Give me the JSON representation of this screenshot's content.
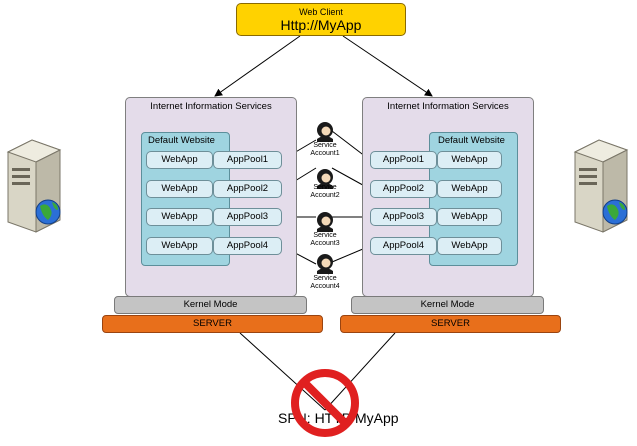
{
  "web_client": {
    "caption": "Web Client",
    "url": "Http://MyApp"
  },
  "left_iis": {
    "title": "Internet Information Services",
    "website": "Default Website",
    "rows": [
      {
        "webapp": "WebApp",
        "pool": "AppPool1"
      },
      {
        "webapp": "WebApp",
        "pool": "AppPool2"
      },
      {
        "webapp": "WebApp",
        "pool": "AppPool3"
      },
      {
        "webapp": "WebApp",
        "pool": "AppPool4"
      }
    ],
    "kernel": "Kernel Mode",
    "server": "SERVER"
  },
  "right_iis": {
    "title": "Internet Information Services",
    "website": "Default Website",
    "rows": [
      {
        "webapp": "WebApp",
        "pool": "AppPool1"
      },
      {
        "webapp": "WebApp",
        "pool": "AppPool2"
      },
      {
        "webapp": "WebApp",
        "pool": "AppPool3"
      },
      {
        "webapp": "WebApp",
        "pool": "AppPool4"
      }
    ],
    "kernel": "Kernel Mode",
    "server": "SERVER"
  },
  "service_accounts": [
    {
      "line1": "Service",
      "line2": "Account1"
    },
    {
      "line1": "Service",
      "line2": "Account2"
    },
    {
      "line1": "Service",
      "line2": "Account3"
    },
    {
      "line1": "Service",
      "line2": "Account4"
    }
  ],
  "spn": {
    "text": "SPN: HTTP/MyApp"
  },
  "icons": {
    "server": "server-tower-globe-icon",
    "user": "user-avatar-icon",
    "prohibited": "prohibited-sign-icon"
  },
  "colors": {
    "web_client": "#ffd200",
    "iis_box": "#e4dcea",
    "website_box": "#9fd4e0",
    "pill": "#dceef5",
    "kernel": "#c4c4c4",
    "server_bar": "#e86f1b",
    "prohibited": "#e02020"
  }
}
